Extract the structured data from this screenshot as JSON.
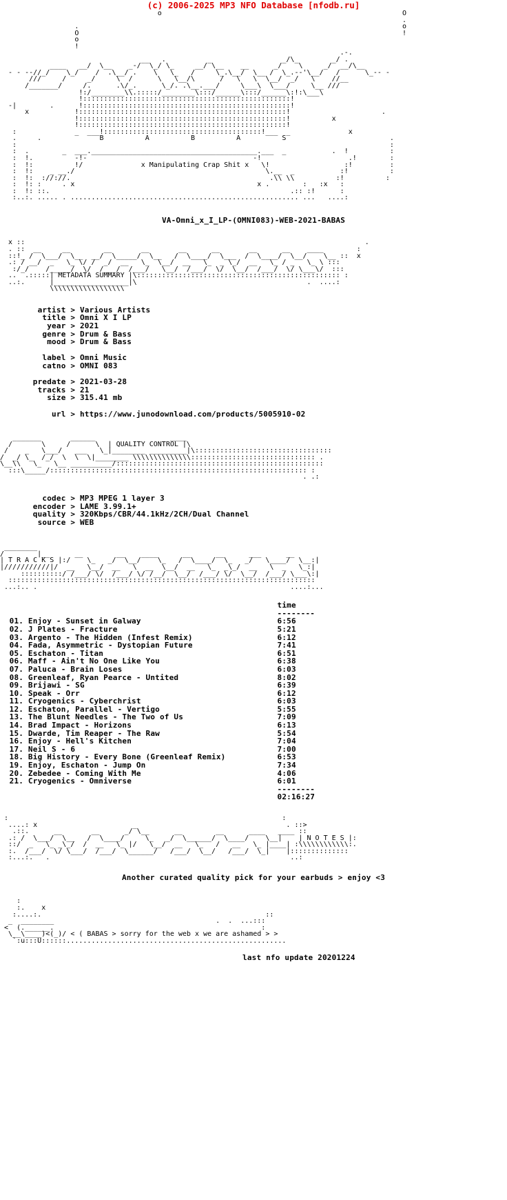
{
  "header": {
    "copyright": "(c) 2006-2025 MP3 NFO Database [nfodb.ru]"
  },
  "logo": {
    "group_letters": "B          A          B          A          S",
    "tagline": "x Manipulating Crap Shit x",
    "ascii_top": "                                      o                                                          O\n                                                                                                 .\n                  .                                                                              o\n                  O                                                                              !\n                  o\n                  !\n                                                                                  .-.\n                                  __   .          _                 _/\\_        _/ .\n            ____   __/  \\__    _-/  \\_/ \\_     __/ \\__    __      _/    \\     _/  __/\\__\n  - - --//_/    \\_/    /  .\\__/ .    \\   \\_   /     \\_.\\__/  \\__ /  \\_.--'\\__/   /      \\_-- -\n       ///     /     _/     \\  /      \\   \\__/\\      /   \\   \\  \\__/  _/   \\    //__\n      /_______/     /.      .\\/_.      \\_/. .\\__.___/     \\___\\  \\___/     \\__ ///\n                   !:/________\\\\.:::::/________\\:::/______\\:::/______\\:!:\\___\\\n                   !::::::::::::::::::::::::::::::::::::::::::::::::::!\n  -|        .      !::::::::::::::::::::::::::::::::::::::::::::::::::!\n      x           !::::::::::::::::::::::::::::::::::::::::::::::::::!                      .\n                  !::::::::::::::::::::::::::::::::::::::::::::::::::!          x\n                  !::::::::::::::::::::::::::::::::::::::::::::::::::!\n   :              _  ___!::::::::::::::::::::::::::::::::::::::!___  _              x",
    "ascii_mid": "   .     .              B          A          B          A          S                         .\n   :                                                                                          :\n   :  .        _  ___.________________________________________.___  _           .  !          :\n   :  !.          -!-                                        -!                     .!        :\n   :  !:          !/              x Manipulating Crap Shit x   \\!                  :!         :\n   :  !:    _ __./                                              \\.__  _           :!          :\n   :  !:  ://://.                                                .\\\\ \\\\          :!          :\n   :  !: :     . x                                            x .        :   :x   :\n   :  !: ::.                                                          .:: :!      :\n   :..:. ..... . ....................................................... ...   ....:"
  },
  "release": {
    "title_line": "VA-Omni_x_I_LP-(OMNI083)-WEB-2021-BABAS"
  },
  "sections": {
    "metadata_heading": "METADATA SUMMARY",
    "quality_heading": "QUALITY CONTROL",
    "tracks_heading": "T R A C K S",
    "notes_heading": "N O T E S"
  },
  "metadata": {
    "rows": [
      {
        "key": "artist",
        "value": "Various Artists"
      },
      {
        "key": "title",
        "value": "Omni X I LP"
      },
      {
        "key": "year",
        "value": "2021"
      },
      {
        "key": "genre",
        "value": "Drum & Bass"
      },
      {
        "key": "mood",
        "value": "Drum & Bass"
      }
    ],
    "rows2": [
      {
        "key": "label",
        "value": "Omni Music"
      },
      {
        "key": "catno",
        "value": "OMNI 083"
      }
    ],
    "rows3": [
      {
        "key": "predate",
        "value": "2021-03-28"
      },
      {
        "key": "tracks",
        "value": "21"
      },
      {
        "key": "size",
        "value": "315.41 mb"
      }
    ],
    "rows4": [
      {
        "key": "url",
        "value": "https://www.junodownload.com/products/5005910-02"
      }
    ],
    "block_text": "        artist > Various Artists\n         title > Omni X I LP\n          year > 2021\n         genre > Drum & Bass\n          mood > Drum & Bass\n\n         label > Omni Music\n         catno > OMNI 083\n\n       predate > 2021-03-28\n        tracks > 21\n          size > 315.41 mb\n\n           url > https://www.junodownload.com/products/5005910-02"
  },
  "quality": {
    "rows": [
      {
        "key": "codec",
        "value": "MP3 MPEG 1 layer 3"
      },
      {
        "key": "encoder",
        "value": "LAME 3.99.1+"
      },
      {
        "key": "quality",
        "value": "320Kbps/CBR/44.1kHz/2CH/Dual Channel"
      },
      {
        "key": "source",
        "value": "WEB"
      }
    ],
    "block_text": "         codec > MP3 MPEG 1 layer 3\n       encoder > LAME 3.99.1+\n       quality > 320Kbps/CBR/44.1kHz/2CH/Dual Channel\n        source > WEB"
  },
  "tracklist": {
    "time_header": "time",
    "time_rule": "--------",
    "total_rule": "--------",
    "total_time": "02:16:27",
    "tracks": [
      {
        "num": "01.",
        "title": "Enjoy - Sunset in Galway",
        "time": "6:56"
      },
      {
        "num": "02.",
        "title": "J Plates - Fracture",
        "time": "5:21"
      },
      {
        "num": "03.",
        "title": "Argento - The Hidden (Infest Remix)",
        "time": "6:12"
      },
      {
        "num": "04.",
        "title": "Fada, Asymmetric - Dystopian Future",
        "time": "7:41"
      },
      {
        "num": "05.",
        "title": "Eschaton - Titan",
        "time": "6:51"
      },
      {
        "num": "06.",
        "title": "Maff - Ain't No One Like You",
        "time": "6:38"
      },
      {
        "num": "07.",
        "title": "Paluca - Brain Loses",
        "time": "6:03"
      },
      {
        "num": "08.",
        "title": "Greenleaf, Ryan Pearce - Untited",
        "time": "8:02"
      },
      {
        "num": "09.",
        "title": "Brijawi - SG",
        "time": "6:39"
      },
      {
        "num": "10.",
        "title": "Speak - Orr",
        "time": "6:12"
      },
      {
        "num": "11.",
        "title": "Cryogenics - Cyberchrist",
        "time": "6:03"
      },
      {
        "num": "12.",
        "title": "Eschaton, Parallel - Vertigo",
        "time": "5:55"
      },
      {
        "num": "13.",
        "title": "The Blunt Needles - The Two of Us",
        "time": "7:09"
      },
      {
        "num": "14.",
        "title": "Brad Impact - Horizons",
        "time": "6:13"
      },
      {
        "num": "15.",
        "title": "Dwarde, Tim Reaper - The Raw",
        "time": "5:54"
      },
      {
        "num": "16.",
        "title": "Enjoy - Hell's Kitchen",
        "time": "7:04"
      },
      {
        "num": "17.",
        "title": "Neil S - 6",
        "time": "7:00"
      },
      {
        "num": "18.",
        "title": "Big History - Every Bone (Greenleaf Remix)",
        "time": "6:53"
      },
      {
        "num": "19.",
        "title": "Enjoy, Eschaton - Jump On",
        "time": "7:34"
      },
      {
        "num": "20.",
        "title": "Zebedee - Coming With Me",
        "time": "4:06"
      },
      {
        "num": "21.",
        "title": "Cryogenics - Omniverse",
        "time": "6:01"
      }
    ]
  },
  "notes": {
    "text": "Another curated quality pick for your earbuds > enjoy <3"
  },
  "footer": {
    "greets": "< BABAS > sorry for the web x we are ashamed > >",
    "last_update": "last nfo update 20201224"
  },
  "ascii": {
    "meta_banner": "  x ::                                                                                  .\n  . ::  __     __        __       __       __      __       __      __    ____        :\n  ::!_ /  \\___/  \\__  __/  \\_____/  \\__   /  \\____/  \\___  /  \\____/  \\__/    \\__ ::  x\n  .: / __/  _   \\_ \\/ /  _/  __   \\_  \\__/  __   \\_  _ \\_/  __   \\_ / _   \\_ \\ :::\n   :/_/    /_____/  \\/  /___/  /___/   \\__/  /___/  \\/  \\__/  /___/  \\/ \\___\\/  :::\n  ..  .:::::| METADATA SUMMARY |\\::::::::::::::::::::::::::::::::::::::::::::::::: :\n  ..:.      |__________________|\\                                         .  ....:\n            \\\\\\\\\\\\\\\\\\\\\\\\\\\\\\\\\\\\",
    "qc_banner": "   _______       ______                  ____\n  /       \\     /      \\  | QUALITY CONTROL |\\\n /    _   \\___/   ___   \\_|________ _________|\\:::::::::::::::::::::::::::::::::\n/  _/ \\_  /_/  \\  \\  \\|________ \\\\\\\\\\\\\\\\\\\\\\\\\\\\:::::::::::::::::::::::::::::: .\n\\__\\\\   \\_   \\__ __________/::::::::::::::::::::::::::::::::::::::::::::::::::\n  :::\\_____/:::::::::::::::::::::::::::::::::::::::::::::::::::::::::::::: :\n                                                                         . .:",
    "tracks_banner": " ________\n/        |__      __        __    ____      __      __      ___      __\n| T R A C K S |:/    \\_   _/  \\__/    \\_   /  \\____/  \\_   _/   \\____/  \\__:|\n|///////////|/  __   \\__/  __   \\  __  \\__/  __   \\_  _\\_/  __   \\  _   \\_:|\n     ::::::::::/ /___/ \\/  /___/ \\/ /__/  \\__/  /___/ \\/  \\__/  /___/ \\___\\:|\n  ::::::::::::::::::::::::::::::::::::::::::::::::::::::::::::::::::::::::::\n ...:.. .                                                             ....:...",
    "notes_banner": " :                                                                  :\n  ....: x                       _                                    . ::>\n   .::.      __       __      _/ \\__      __        __      ____   ____ ::\n  .: /  \\___/  \\__   /  \\____/     \\_   _/  \\______/  \\____/    \\__|    | N O T E S |:\n  ::/  _   \\_ _\\_/  /  __   \\_ |/   \\__/  __   \\_   /   __   \\_ |____| :\\\\\\\\\\\\\\\\\\\\\\\\:.\n  :.  /___/  \\/ \\___/  /___/  \\______/   /___/  \\__/   /___/  \\_|    |::::::::::::::\n  :...:.   .                                                          ..:",
    "footer_art": "    :\n    :.    x\n   :....:.                                                      ::\n  _  ________                                       .  .  ...:::\n <  (.______.                                                  :\n  \\__\\____)<(_)/ < ( BABAS > sorry for the web x we are ashamed > >\n   `:u:::U::::::....................................................."
  }
}
